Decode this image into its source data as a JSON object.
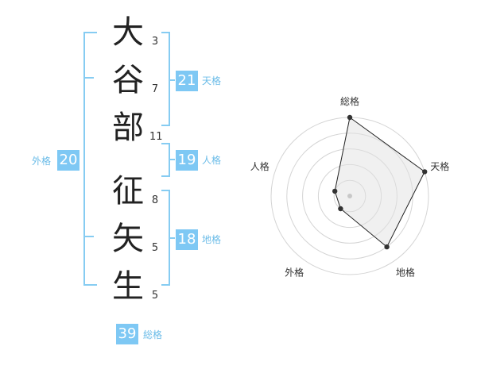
{
  "name": {
    "chars": [
      {
        "char": "大",
        "strokes": "3"
      },
      {
        "char": "谷",
        "strokes": "7"
      },
      {
        "char": "部",
        "strokes": "11"
      },
      {
        "char": "征",
        "strokes": "8"
      },
      {
        "char": "矢",
        "strokes": "5"
      },
      {
        "char": "生",
        "strokes": "5"
      }
    ]
  },
  "fortunes": {
    "tenkaku": {
      "value": "21",
      "label": "天格"
    },
    "jinkaku": {
      "value": "19",
      "label": "人格"
    },
    "chikaku": {
      "value": "18",
      "label": "地格"
    },
    "gaikaku": {
      "value": "20",
      "label": "外格"
    },
    "soukaku": {
      "value": "39",
      "label": "総格"
    }
  },
  "colors": {
    "accent": "#7ec8f4",
    "bracket": "#86ccf2",
    "label_text": "#6bbce8"
  },
  "chart_data": {
    "type": "radar",
    "axes": [
      "総格",
      "天格",
      "地格",
      "外格",
      "人格"
    ],
    "rings": 5,
    "rmax": 5,
    "values": [
      5,
      5,
      4,
      1,
      1
    ]
  }
}
